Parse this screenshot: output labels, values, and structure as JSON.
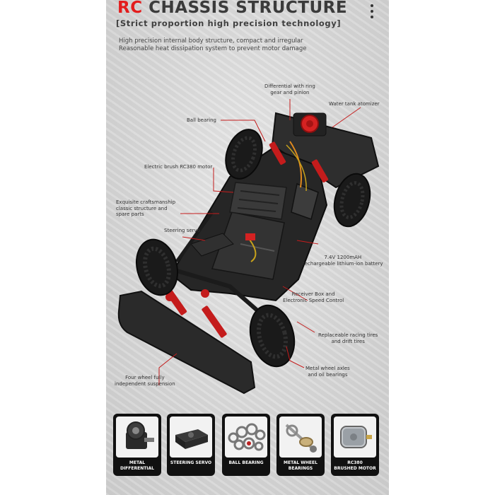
{
  "header": {
    "title_accent": "RC",
    "title_rest": "CHASSIS STRUCTURE",
    "subtitle": "[Strict proportion high precision technology]",
    "desc_line1": "High precision internal body structure, compact and irregular",
    "desc_line2": "Reasonable heat dissipation system to prevent motor damage"
  },
  "menu": {
    "icon": "more-vertical-icon"
  },
  "callouts": {
    "differential": [
      "Differential with ring",
      "gear and pinion"
    ],
    "water_tank": "Water tank atomizer",
    "ball_bearing": "Ball bearing",
    "motor": "Electric brush RC380 motor",
    "craftsmanship": [
      "Exquisite craftsmanship",
      "classic structure and",
      "spare parts"
    ],
    "steering_servo": "Steering servo",
    "battery": [
      "7.4V 1200mAH",
      "rechargeable lithium-ion battery"
    ],
    "receiver": [
      "Receiver Box and",
      "Electronic Speed Control"
    ],
    "tires": [
      "Replaceable racing tires",
      "and drift tires"
    ],
    "axles": [
      "Metal wheel axles",
      "and oil bearings"
    ],
    "suspension": [
      "Four wheel fully",
      "independent suspension"
    ]
  },
  "thumbnails": [
    {
      "caption": "METAL DIFFERENTIAL",
      "icon": "differential-icon"
    },
    {
      "caption": "STEERING SERVO",
      "icon": "servo-icon"
    },
    {
      "caption": "BALL BEARING",
      "icon": "bearing-icon"
    },
    {
      "caption": "METAL WHEEL BEARINGS",
      "icon": "wheel-bearing-icon"
    },
    {
      "caption": "RC380 BRUSHED MOTOR",
      "icon": "motor-icon"
    }
  ],
  "colors": {
    "accent": "#e31c1c",
    "dark": "#1a1a1a",
    "panel": "#dcdcdc"
  }
}
